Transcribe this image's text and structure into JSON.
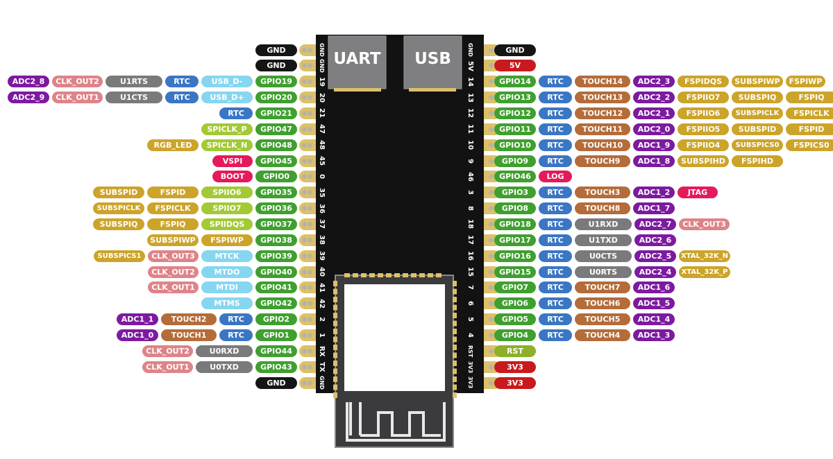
{
  "board": {
    "uart_label": "UART",
    "usb_label": "USB"
  },
  "colors": {
    "gnd": "#151515",
    "power": "#c81a1e",
    "gpio": "#3f9f2f",
    "rtc": "#3a76c4",
    "touch": "#b46c3a",
    "adc": "#7c1aa0",
    "spi": "#cca42a",
    "usb": "#86d6f0",
    "spiclk": "#a3c936",
    "special": "#e41a5a",
    "clk": "#de8489",
    "uart": "#7a7a7c",
    "rst": "#8eaf2a"
  },
  "left": {
    "rows": [
      {
        "pin": "GND",
        "labels": [
          [
            "GND",
            "gnd"
          ]
        ]
      },
      {
        "pin": "GND",
        "labels": [
          [
            "GND",
            "gnd"
          ]
        ]
      },
      {
        "pin": "19",
        "labels": [
          [
            "GPIO19",
            "gpio"
          ],
          [
            "USB_D-",
            "usb"
          ],
          [
            "RTC",
            "rtc"
          ],
          [
            "U1RTS",
            "uart"
          ],
          [
            "CLK_OUT2",
            "clk"
          ],
          [
            "ADC2_8",
            "adc"
          ]
        ]
      },
      {
        "pin": "20",
        "labels": [
          [
            "GPIO20",
            "gpio"
          ],
          [
            "USB_D+",
            "usb"
          ],
          [
            "RTC",
            "rtc"
          ],
          [
            "U1CTS",
            "uart"
          ],
          [
            "CLK_OUT1",
            "clk"
          ],
          [
            "ADC2_9",
            "adc"
          ]
        ]
      },
      {
        "pin": "21",
        "labels": [
          [
            "GPIO21",
            "gpio"
          ],
          [
            "RTC",
            "rtc"
          ]
        ]
      },
      {
        "pin": "47",
        "labels": [
          [
            "GPIO47",
            "gpio"
          ],
          [
            "SPICLK_P",
            "spiclk"
          ]
        ]
      },
      {
        "pin": "48",
        "labels": [
          [
            "GPIO48",
            "gpio"
          ],
          [
            "SPICLK_N",
            "spiclk"
          ],
          [
            "RGB_LED",
            "spi"
          ]
        ]
      },
      {
        "pin": "45",
        "labels": [
          [
            "GPIO45",
            "gpio"
          ],
          [
            "VSPI",
            "special"
          ]
        ]
      },
      {
        "pin": "0",
        "labels": [
          [
            "GPIO0",
            "gpio"
          ],
          [
            "BOOT",
            "special"
          ]
        ]
      },
      {
        "pin": "35",
        "labels": [
          [
            "GPIO35",
            "gpio"
          ],
          [
            "SPIIO6",
            "spiclk"
          ],
          [
            "FSPID",
            "spi"
          ],
          [
            "SUBSPID",
            "spi"
          ]
        ]
      },
      {
        "pin": "36",
        "labels": [
          [
            "GPIO36",
            "gpio"
          ],
          [
            "SPIIO7",
            "spiclk"
          ],
          [
            "FSPICLK",
            "spi"
          ],
          [
            "SUBSPICLK",
            "spi"
          ]
        ]
      },
      {
        "pin": "37",
        "labels": [
          [
            "GPIO37",
            "gpio"
          ],
          [
            "SPIIDQS",
            "spiclk"
          ],
          [
            "FSPIQ",
            "spi"
          ],
          [
            "SUBSPIQ",
            "spi"
          ]
        ]
      },
      {
        "pin": "38",
        "labels": [
          [
            "GPIO38",
            "gpio"
          ],
          [
            "FSPIWP",
            "spi"
          ],
          [
            "SUBSPIWP",
            "spi"
          ]
        ]
      },
      {
        "pin": "39",
        "labels": [
          [
            "GPIO39",
            "gpio"
          ],
          [
            "MTCK",
            "usb"
          ],
          [
            "CLK_OUT3",
            "clk"
          ],
          [
            "SUBSPICS1",
            "spi"
          ]
        ]
      },
      {
        "pin": "40",
        "labels": [
          [
            "GPIO40",
            "gpio"
          ],
          [
            "MTDO",
            "usb"
          ],
          [
            "CLK_OUT2",
            "clk"
          ]
        ]
      },
      {
        "pin": "41",
        "labels": [
          [
            "GPIO41",
            "gpio"
          ],
          [
            "MTDI",
            "usb"
          ],
          [
            "CLK_OUT1",
            "clk"
          ]
        ]
      },
      {
        "pin": "42",
        "labels": [
          [
            "GPIO42",
            "gpio"
          ],
          [
            "MTMS",
            "usb"
          ]
        ]
      },
      {
        "pin": "2",
        "labels": [
          [
            "GPIO2",
            "gpio"
          ],
          [
            "RTC",
            "rtc"
          ],
          [
            "TOUCH2",
            "touch"
          ],
          [
            "ADC1_1",
            "adc"
          ]
        ]
      },
      {
        "pin": "1",
        "labels": [
          [
            "GPIO1",
            "gpio"
          ],
          [
            "RTC",
            "rtc"
          ],
          [
            "TOUCH1",
            "touch"
          ],
          [
            "ADC1_0",
            "adc"
          ]
        ]
      },
      {
        "pin": "RX",
        "labels": [
          [
            "GPIO44",
            "gpio"
          ],
          [
            "U0RXD",
            "uart"
          ],
          [
            "CLK_OUT2",
            "clk"
          ]
        ]
      },
      {
        "pin": "TX",
        "labels": [
          [
            "GPIO43",
            "gpio"
          ],
          [
            "U0TXD",
            "uart"
          ],
          [
            "CLK_OUT1",
            "clk"
          ]
        ]
      },
      {
        "pin": "GND",
        "labels": [
          [
            "GND",
            "gnd"
          ]
        ]
      }
    ]
  },
  "right": {
    "rows": [
      {
        "pin": "GND",
        "labels": [
          [
            "GND",
            "gnd"
          ]
        ]
      },
      {
        "pin": "5V",
        "labels": [
          [
            "5V",
            "power"
          ]
        ]
      },
      {
        "pin": "14",
        "labels": [
          [
            "GPIO14",
            "gpio"
          ],
          [
            "RTC",
            "rtc"
          ],
          [
            "TOUCH14",
            "touch"
          ],
          [
            "ADC2_3",
            "adc"
          ],
          [
            "FSPIDQS",
            "spi"
          ],
          [
            "SUBSPIWP",
            "spi"
          ],
          [
            "FSPIWP",
            "spi"
          ]
        ]
      },
      {
        "pin": "13",
        "labels": [
          [
            "GPIO13",
            "gpio"
          ],
          [
            "RTC",
            "rtc"
          ],
          [
            "TOUCH13",
            "touch"
          ],
          [
            "ADC2_2",
            "adc"
          ],
          [
            "FSPIIO7",
            "spi"
          ],
          [
            "SUBSPIQ",
            "spi"
          ],
          [
            "FSPIQ",
            "spi"
          ]
        ]
      },
      {
        "pin": "12",
        "labels": [
          [
            "GPIO12",
            "gpio"
          ],
          [
            "RTC",
            "rtc"
          ],
          [
            "TOUCH12",
            "touch"
          ],
          [
            "ADC2_1",
            "adc"
          ],
          [
            "FSPIIO6",
            "spi"
          ],
          [
            "SUBSPICLK",
            "spi"
          ],
          [
            "FSPICLK",
            "spi"
          ]
        ]
      },
      {
        "pin": "11",
        "labels": [
          [
            "GPIO11",
            "gpio"
          ],
          [
            "RTC",
            "rtc"
          ],
          [
            "TOUCH11",
            "touch"
          ],
          [
            "ADC2_0",
            "adc"
          ],
          [
            "FSPIIO5",
            "spi"
          ],
          [
            "SUBSPID",
            "spi"
          ],
          [
            "FSPID",
            "spi"
          ]
        ]
      },
      {
        "pin": "10",
        "labels": [
          [
            "GPIO10",
            "gpio"
          ],
          [
            "RTC",
            "rtc"
          ],
          [
            "TOUCH10",
            "touch"
          ],
          [
            "ADC1_9",
            "adc"
          ],
          [
            "FSPIIO4",
            "spi"
          ],
          [
            "SUBSPICS0",
            "spi"
          ],
          [
            "FSPICS0",
            "spi"
          ]
        ]
      },
      {
        "pin": "9",
        "labels": [
          [
            "GPIO9",
            "gpio"
          ],
          [
            "RTC",
            "rtc"
          ],
          [
            "TOUCH9",
            "touch"
          ],
          [
            "ADC1_8",
            "adc"
          ],
          [
            "SUBSPIHD",
            "spi"
          ],
          [
            "FSPIHD",
            "spi"
          ]
        ]
      },
      {
        "pin": "46",
        "labels": [
          [
            "GPIO46",
            "gpio"
          ],
          [
            "LOG",
            "special"
          ]
        ]
      },
      {
        "pin": "3",
        "labels": [
          [
            "GPIO3",
            "gpio"
          ],
          [
            "RTC",
            "rtc"
          ],
          [
            "TOUCH3",
            "touch"
          ],
          [
            "ADC1_2",
            "adc"
          ],
          [
            "JTAG",
            "special"
          ]
        ]
      },
      {
        "pin": "8",
        "labels": [
          [
            "GPIO8",
            "gpio"
          ],
          [
            "RTC",
            "rtc"
          ],
          [
            "TOUCH8",
            "touch"
          ],
          [
            "ADC1_7",
            "adc"
          ]
        ]
      },
      {
        "pin": "18",
        "labels": [
          [
            "GPIO18",
            "gpio"
          ],
          [
            "RTC",
            "rtc"
          ],
          [
            "U1RXD",
            "uart"
          ],
          [
            "ADC2_7",
            "adc"
          ],
          [
            "CLK_OUT3",
            "clk"
          ]
        ]
      },
      {
        "pin": "17",
        "labels": [
          [
            "GPIO17",
            "gpio"
          ],
          [
            "RTC",
            "rtc"
          ],
          [
            "U1TXD",
            "uart"
          ],
          [
            "ADC2_6",
            "adc"
          ]
        ]
      },
      {
        "pin": "16",
        "labels": [
          [
            "GPIO16",
            "gpio"
          ],
          [
            "RTC",
            "rtc"
          ],
          [
            "U0CTS",
            "uart"
          ],
          [
            "ADC2_5",
            "adc"
          ],
          [
            "XTAL_32K_N",
            "spi"
          ]
        ]
      },
      {
        "pin": "15",
        "labels": [
          [
            "GPIO15",
            "gpio"
          ],
          [
            "RTC",
            "rtc"
          ],
          [
            "U0RTS",
            "uart"
          ],
          [
            "ADC2_4",
            "adc"
          ],
          [
            "XTAL_32K_P",
            "spi"
          ]
        ]
      },
      {
        "pin": "7",
        "labels": [
          [
            "GPIO7",
            "gpio"
          ],
          [
            "RTC",
            "rtc"
          ],
          [
            "TOUCH7",
            "touch"
          ],
          [
            "ADC1_6",
            "adc"
          ]
        ]
      },
      {
        "pin": "6",
        "labels": [
          [
            "GPIO6",
            "gpio"
          ],
          [
            "RTC",
            "rtc"
          ],
          [
            "TOUCH6",
            "touch"
          ],
          [
            "ADC1_5",
            "adc"
          ]
        ]
      },
      {
        "pin": "5",
        "labels": [
          [
            "GPIO5",
            "gpio"
          ],
          [
            "RTC",
            "rtc"
          ],
          [
            "TOUCH5",
            "touch"
          ],
          [
            "ADC1_4",
            "adc"
          ]
        ]
      },
      {
        "pin": "4",
        "labels": [
          [
            "GPIO4",
            "gpio"
          ],
          [
            "RTC",
            "rtc"
          ],
          [
            "TOUCH4",
            "touch"
          ],
          [
            "ADC1_3",
            "adc"
          ]
        ]
      },
      {
        "pin": "RST",
        "labels": [
          [
            "RST",
            "rst"
          ]
        ]
      },
      {
        "pin": "3V3",
        "labels": [
          [
            "3V3",
            "power"
          ]
        ]
      },
      {
        "pin": "3V3",
        "labels": [
          [
            "3V3",
            "power"
          ]
        ]
      }
    ]
  }
}
